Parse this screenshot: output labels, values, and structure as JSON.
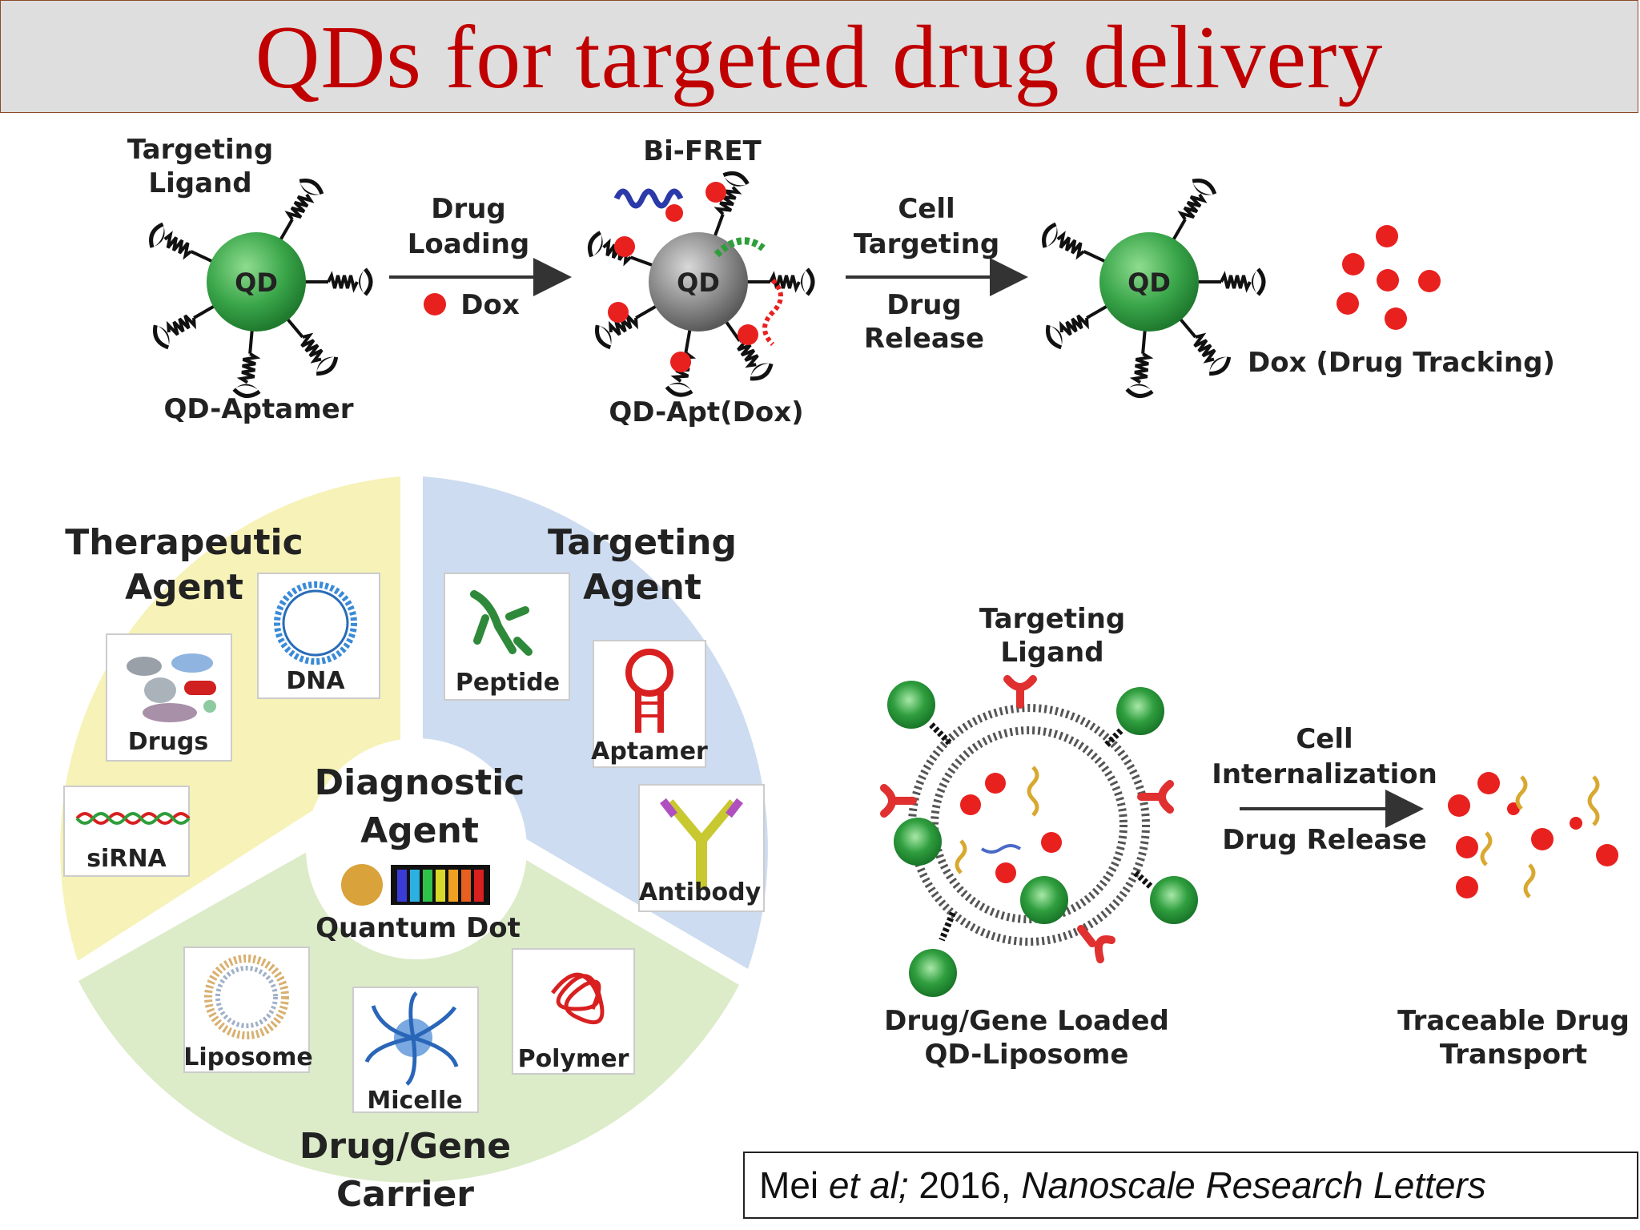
{
  "title": "QDs for targeted drug delivery",
  "top_scheme": {
    "label_targeting_ligand_1": "Targeting",
    "label_targeting_ligand_2": "Ligand",
    "qd_text": "QD",
    "label_qd_aptamer": "QD-Aptamer",
    "arrow1_top_1": "Drug",
    "arrow1_top_2": "Loading",
    "arrow1_bottom": "Dox",
    "label_bifret": "Bi-FRET",
    "label_qd_apt_dox": "QD-Apt(Dox)",
    "arrow2_top_1": "Cell",
    "arrow2_top_2": "Targeting",
    "arrow2_bottom_1": "Drug",
    "arrow2_bottom_2": "Release",
    "label_dox_tracking": "Dox (Drug Tracking)"
  },
  "wheel": {
    "therapeutic_1": "Therapeutic",
    "therapeutic_2": "Agent",
    "targeting_1": "Targeting",
    "targeting_2": "Agent",
    "diagnostic_1": "Diagnostic",
    "diagnostic_2": "Agent",
    "quantum_dot": "Quantum Dot",
    "carrier_1": "Drug/Gene",
    "carrier_2": "Carrier",
    "drugs": "Drugs",
    "dna": "DNA",
    "sirna": "siRNA",
    "peptide": "Peptide",
    "aptamer": "Aptamer",
    "antibody": "Antibody",
    "liposome": "Liposome",
    "micelle": "Micelle",
    "polymer": "Polymer"
  },
  "liposome_scheme": {
    "targeting_1": "Targeting",
    "targeting_2": "Ligand",
    "arrow_top_1": "Cell",
    "arrow_top_2": "Internalization",
    "arrow_bottom": "Drug Release",
    "loaded_1": "Drug/Gene Loaded",
    "loaded_2": "QD-Liposome",
    "traceable_1": "Traceable Drug",
    "traceable_2": "Transport"
  },
  "citation": {
    "authors_prefix": "Mei ",
    "et_al": "et al;",
    "year": " 2016, ",
    "journal": "Nanoscale Research Letters"
  },
  "colors": {
    "title": "#c00000",
    "qd_green": "#3aa64a",
    "dox_red": "#e8211f",
    "yellow_sector": "#f6f2b8",
    "blue_sector": "#cddcf0",
    "green_sector": "#dcebc8"
  }
}
